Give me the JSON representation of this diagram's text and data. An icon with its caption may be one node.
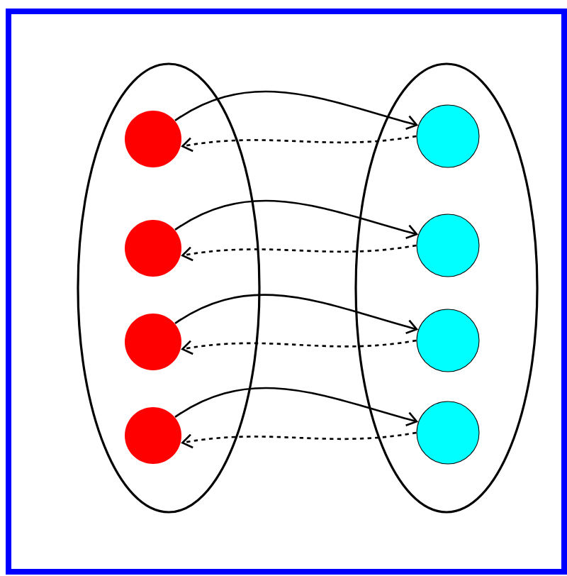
{
  "diagram": {
    "nodes": [
      {
        "text": [],
        "shape": "ellipse"
      },
      {
        "text": [],
        "shape": "circle",
        "in": 0
      },
      {
        "text": [],
        "shape": "circle",
        "in": 0
      },
      {
        "text": [],
        "shape": "circle",
        "in": 0
      },
      {
        "text": [],
        "shape": "circle",
        "in": 0
      },
      {
        "text": [],
        "shape": "ellipse"
      },
      {
        "text": [],
        "shape": "circle",
        "in": 5
      },
      {
        "text": [],
        "shape": "circle",
        "in": 5
      },
      {
        "text": [],
        "shape": "circle",
        "in": 5
      },
      {
        "text": [],
        "shape": "circle",
        "in": 5
      }
    ],
    "edges": [
      {
        "from": 1,
        "to": 6,
        "arrow": "to"
      },
      {
        "from": 6,
        "to": 1,
        "arrow": "to",
        "style": "dashed"
      },
      {
        "from": 2,
        "to": 7,
        "arrow": "to"
      },
      {
        "from": 7,
        "to": 2,
        "arrow": "to",
        "style": "dashed"
      },
      {
        "from": 3,
        "to": 8,
        "arrow": "to"
      },
      {
        "from": 8,
        "to": 3,
        "arrow": "to",
        "style": "dashed"
      },
      {
        "from": 4,
        "to": 9,
        "arrow": "to"
      },
      {
        "from": 9,
        "to": 4,
        "arrow": "to",
        "style": "dashed"
      }
    ]
  }
}
